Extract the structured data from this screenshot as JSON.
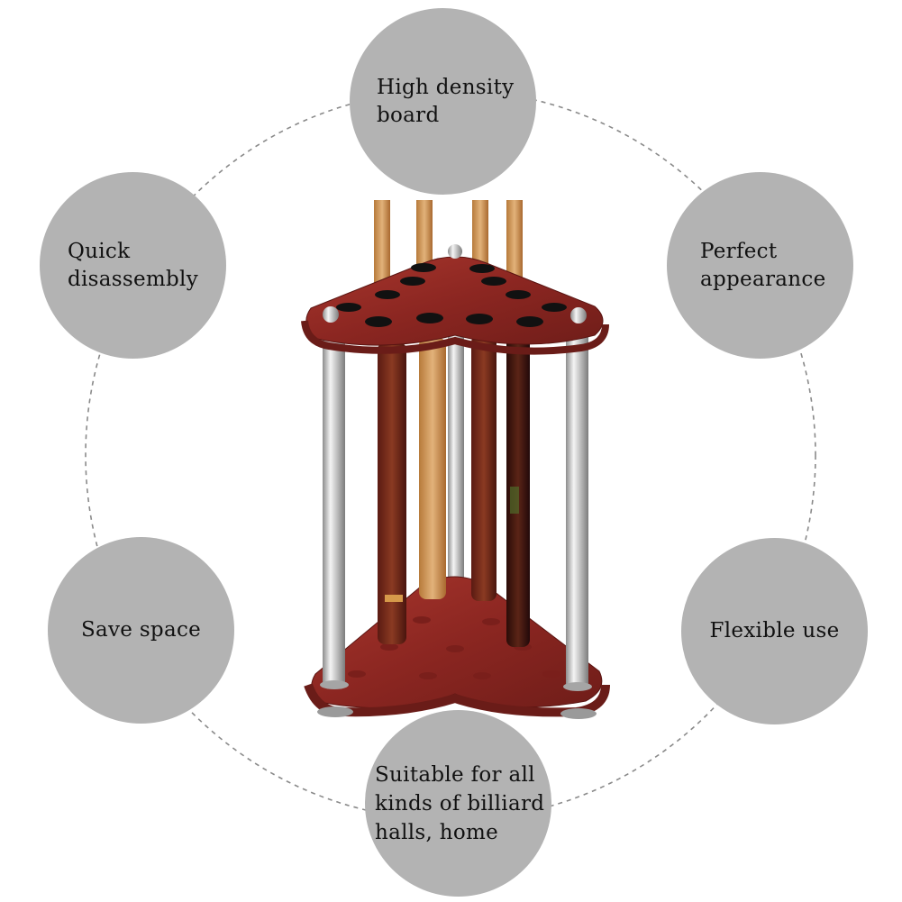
{
  "features": [
    {
      "id": "top",
      "text": "High density\nboard"
    },
    {
      "id": "top-left",
      "text": "Quick\ndisassembly"
    },
    {
      "id": "top-right",
      "text": "Perfect\nappearance"
    },
    {
      "id": "bottom-left",
      "text": "Save space"
    },
    {
      "id": "bottom-right",
      "text": "Flexible use"
    },
    {
      "id": "bottom",
      "text": "Suitable for all\nkinds of billiard\nhalls, home"
    }
  ],
  "colors": {
    "circle_fill": "#b3b3b3",
    "dashed_ring": "#8a8a8a",
    "wood": "#8e2a24",
    "chrome": "#c9c9c9"
  },
  "product": {
    "icon": "billiard-cue-rack-illustration",
    "cue_count": 4,
    "holes": 12
  }
}
